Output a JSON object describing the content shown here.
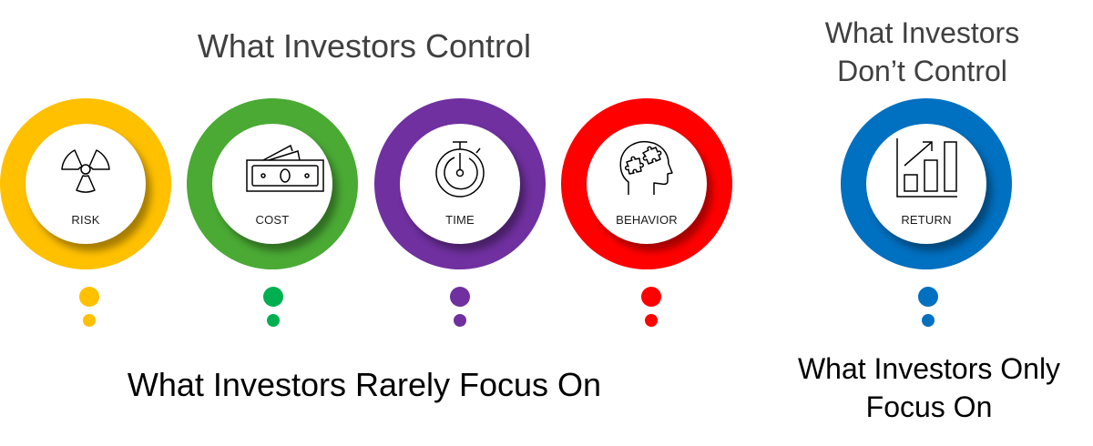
{
  "headings": {
    "control": "What Investors Control",
    "dont_control_line1": "What Investors",
    "dont_control_line2": "Don’t Control"
  },
  "captions": {
    "rarely_focus": "What Investors Rarely Focus On",
    "only_focus_line1": "What Investors Only",
    "only_focus_line2": "Focus On"
  },
  "factors": [
    {
      "label": "RISK",
      "icon": "radiation-icon",
      "color": "#FFC000"
    },
    {
      "label": "COST",
      "icon": "money-bills-icon",
      "color": "#4AAA34"
    },
    {
      "label": "TIME",
      "icon": "stopwatch-icon",
      "color": "#7030A0"
    },
    {
      "label": "BEHAVIOR",
      "icon": "head-puzzle-icon",
      "color": "#FF0000"
    },
    {
      "label": "RETURN",
      "icon": "growth-chart-icon",
      "color": "#0070C0"
    }
  ],
  "dot_colors": [
    "#FFC000",
    "#00B050",
    "#7030A0",
    "#FF0000",
    "#0070C0"
  ]
}
